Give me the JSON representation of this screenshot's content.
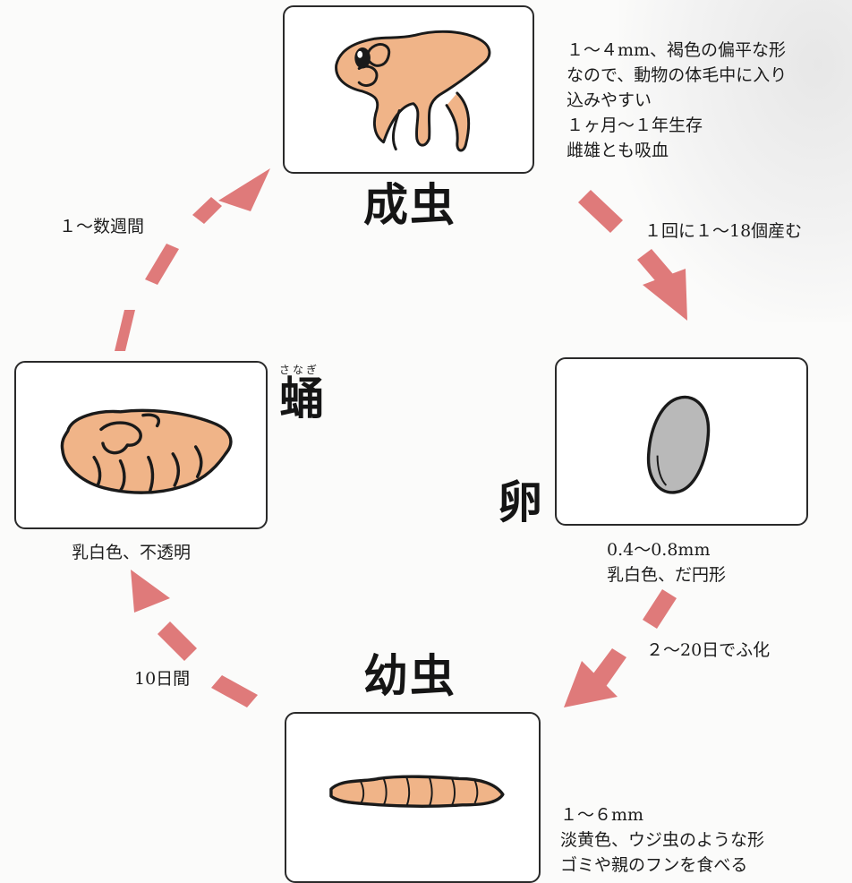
{
  "stages": {
    "adult": {
      "label": "成虫",
      "note": "１～４mm、褐色の偏平な形\nなので、動物の体毛中に入り\n込みやすい\n１ヶ月～１年生存\n雌雄とも吸血"
    },
    "egg": {
      "label": "卵",
      "note": "0.4～0.8mm\n乳白色、だ円形"
    },
    "larva": {
      "label": "幼虫",
      "note": "１～６mm\n淡黄色、ウジ虫のような形\nゴミや親のフンを食べる"
    },
    "pupa": {
      "label": "蛹",
      "ruby": "さなぎ",
      "note": "乳白色、不透明"
    }
  },
  "transitions": {
    "adult_to_egg": "１回に１～18個産む",
    "egg_to_larva": "２～20日でふ化",
    "larva_to_pupa": "10日間",
    "pupa_to_adult": "１～数週間"
  },
  "colors": {
    "arrow": "#df7a7a",
    "body": "#f0b488",
    "egg": "#b9b9b9",
    "outline": "#1a1a1a"
  }
}
